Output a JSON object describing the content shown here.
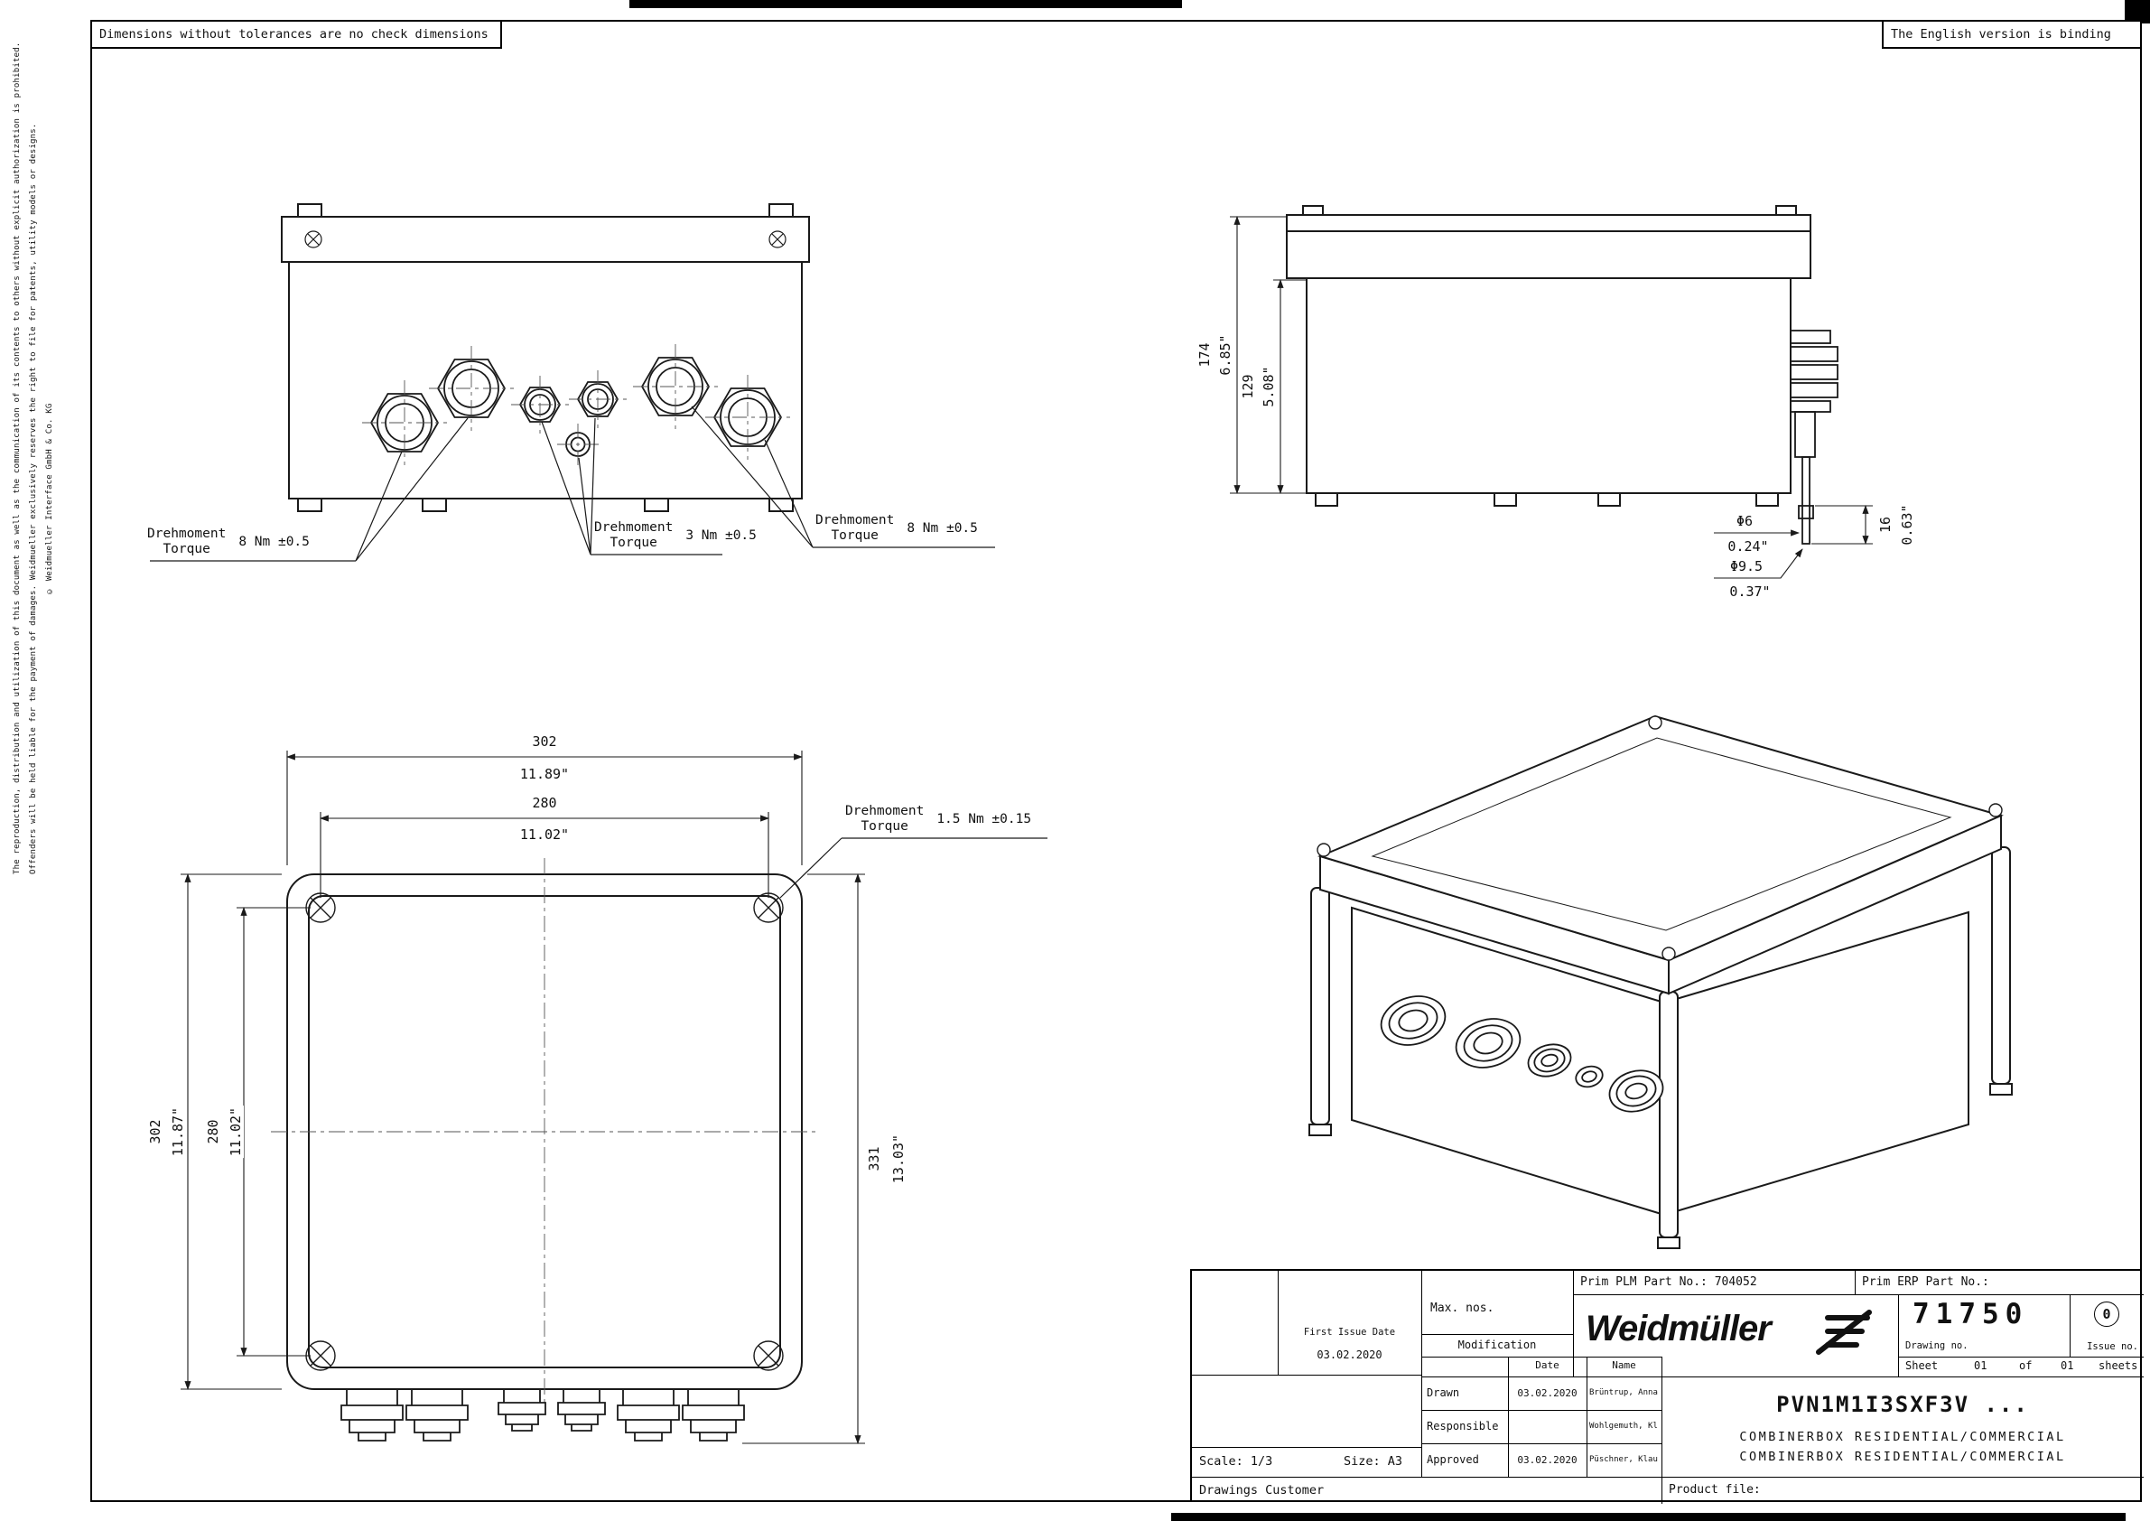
{
  "notes": {
    "top_left": "Dimensions without tolerances are no check dimensions",
    "top_right": "The English version is binding"
  },
  "legal": {
    "line1": "The reproduction, distribution and utilization of this document as well as the communication of its contents to others without explicit authorization is prohibited.",
    "line2": "Offenders will be held liable for the payment of damages. Weidmueller exclusively reserves the right to file for patents, utility models or designs.",
    "line3": "© Weidmueller Interface GmbH & Co. KG"
  },
  "torques": {
    "t1": {
      "line1": "Drehmoment",
      "line2": "Torque",
      "value": "8 Nm ±0.5"
    },
    "t2": {
      "line1": "Drehmoment",
      "line2": "Torque",
      "value": "3 Nm ±0.5"
    },
    "t3": {
      "line1": "Drehmoment",
      "line2": "Torque",
      "value": "8 Nm ±0.5"
    },
    "t4": {
      "line1": "Drehmoment",
      "line2": "Torque",
      "value": "1.5 Nm ±0.15"
    }
  },
  "dims": {
    "side_total_mm": "174",
    "side_total_in": "6.85\"",
    "side_body_mm": "129",
    "side_body_in": "5.08\"",
    "vent_dia1": "Φ6",
    "vent_dia1_in": "0.24\"",
    "vent_dia2": "Φ9.5",
    "vent_dia2_in": "0.37\"",
    "vent_len_mm": "16",
    "vent_len_in": "0.63\"",
    "front_width_mm": "302",
    "front_width_in": "11.89\"",
    "front_width_screws_mm": "280",
    "front_width_screws_in": "11.02\"",
    "front_height_mm": "302",
    "front_height_in": "11.87\"",
    "front_height_screws_mm": "280",
    "front_height_screws_in": "11.02\"",
    "front_total_height_mm": "331",
    "front_total_height_in": "13.03\""
  },
  "title_block": {
    "prim_plm": "Prim PLM Part No.: 704052",
    "prim_erp": "Prim ERP Part No.:",
    "max_nos": "Max. nos.",
    "modification": "Modification",
    "first_issue_label": "First Issue Date",
    "first_issue_date": "03.02.2020",
    "brand": "Weidmüller",
    "drawing_no": "71750",
    "drawing_no_label": "Drawing no.",
    "issue_no": "0",
    "issue_no_label": "Issue no.",
    "sheet_label": "Sheet",
    "sheet_current": "01",
    "of_label": "of",
    "sheet_total": "01",
    "sheets_label": "sheets",
    "th_date": "Date",
    "th_name": "Name",
    "rows": [
      {
        "role": "Drawn",
        "date": "03.02.2020",
        "name": "Brüntrup, Anna"
      },
      {
        "role": "Responsible",
        "date": "",
        "name": "Wohlgemuth, Kl"
      },
      {
        "role": "Approved",
        "date": "03.02.2020",
        "name": "Püschner, Klau"
      }
    ],
    "part_no": "PVN1M1I3SXF3V ...",
    "title_line1": "COMBINERBOX RESIDENTIAL/COMMERCIAL",
    "title_line2": "COMBINERBOX RESIDENTIAL/COMMERCIAL",
    "scale": "Scale: 1/3",
    "size": "Size: A3",
    "customer": "Drawings Customer",
    "product_file": "Product file:"
  }
}
